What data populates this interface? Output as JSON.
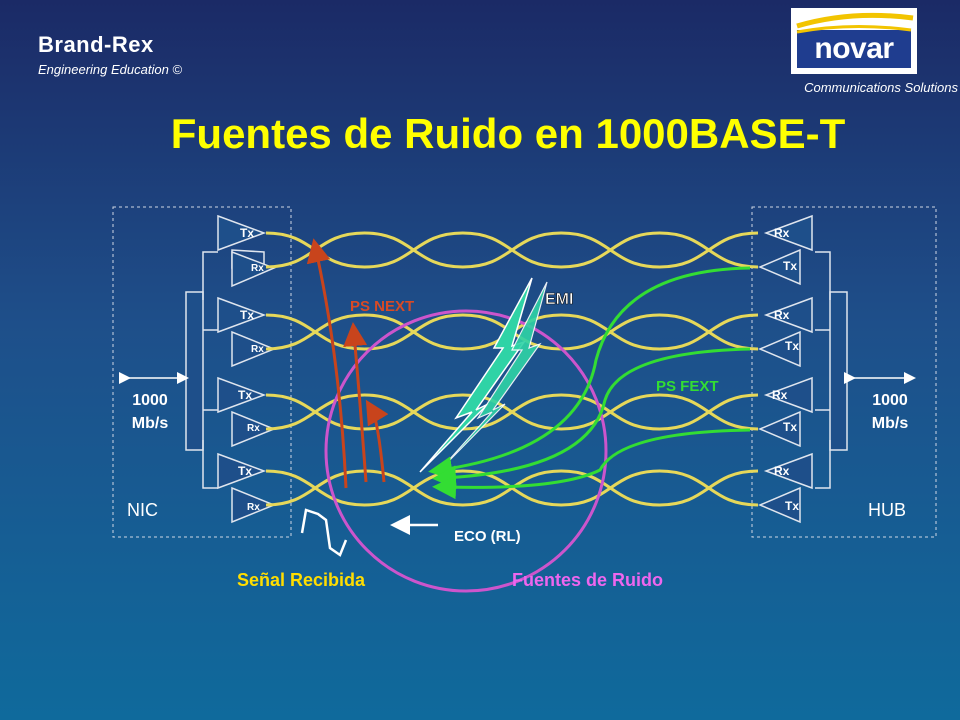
{
  "header": {
    "brand": "Brand-Rex",
    "brand_subtitle": "Engineering Education ©",
    "logo_text": "novar",
    "logo_tagline": "Communications Solutions"
  },
  "slide": {
    "title": "Fuentes de Ruido en  1000BASE-T"
  },
  "diagram": {
    "left_device": {
      "label": "NIC",
      "speed_line1": "1000",
      "speed_line2": "Mb/s",
      "tx_label": "Tx",
      "rx_label": "Rx"
    },
    "right_device": {
      "label": "HUB",
      "speed_line1": "1000",
      "speed_line2": "Mb/s",
      "tx_label": "Tx",
      "rx_label": "Rx"
    },
    "labels": {
      "emi": "EMI",
      "ps_next": "PS NEXT",
      "ps_fext": "PS FEXT",
      "eco": "ECO (RL)",
      "received": "Señal Recibida",
      "noise_sources": "Fuentes de Ruido"
    },
    "colors": {
      "background_top": "#1b2a66",
      "background_bottom": "#0f6a9c",
      "title": "#ffff00",
      "twisted_pair": "#e6d85a",
      "next_arrow": "#c8441c",
      "fext_arrow": "#33dd33",
      "emi_bolt": "#2fd3a6",
      "noise_circle": "#cc55cc",
      "noise_label": "#ee66ee",
      "received_label": "#ffdd00"
    }
  }
}
